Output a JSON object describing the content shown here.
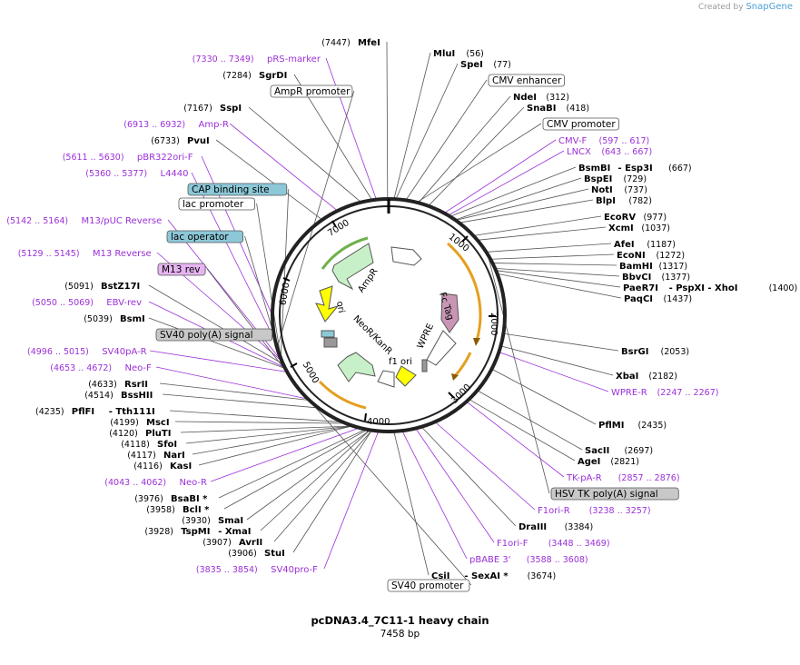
{
  "credit": {
    "prefix": "Created by",
    "brand": "SnapGene"
  },
  "plasmid": {
    "name": "pcDNA3.4_7C11-1 heavy chain",
    "size_label": "7458 bp",
    "length_bp": 7458
  },
  "ticks": [
    "1000",
    "2000",
    "3000",
    "4000",
    "5000",
    "6000",
    "7000"
  ],
  "inner_features": [
    {
      "name": "AmpR",
      "color": "#c8f0c8"
    },
    {
      "name": "ori",
      "color": "#ffff00"
    },
    {
      "name": "NeoR/KanR",
      "color": "#c8f0c8"
    },
    {
      "name": "f1 ori",
      "color": "#ffff00"
    },
    {
      "name": "WPRE",
      "color": "#ffffff"
    },
    {
      "name": "Fc Tag",
      "color": "#c896b4"
    }
  ],
  "right_labels": [
    {
      "name": "MluI",
      "pos": "(56)",
      "kind": "enzyme"
    },
    {
      "name": "SpeI",
      "pos": "(77)",
      "kind": "enzyme"
    },
    {
      "name": "CMV enhancer",
      "kind": "feature",
      "fill": "#ffffff"
    },
    {
      "name": "NdeI",
      "pos": "(312)",
      "kind": "enzyme"
    },
    {
      "name": "SnaBI",
      "pos": "(418)",
      "kind": "enzyme"
    },
    {
      "name": "CMV promoter",
      "kind": "feature",
      "fill": "#ffffff"
    },
    {
      "name": "CMV-F",
      "pos": "(597 .. 617)",
      "kind": "primer"
    },
    {
      "name": "LNCX",
      "pos": "(643 .. 667)",
      "kind": "primer"
    },
    {
      "name": "BsmBI",
      "extra": "- Esp3I",
      "pos": "(667)",
      "kind": "enzyme"
    },
    {
      "name": "BspEI",
      "pos": "(729)",
      "kind": "enzyme"
    },
    {
      "name": "NotI",
      "pos": "(737)",
      "kind": "enzyme"
    },
    {
      "name": "BlpI",
      "pos": "(782)",
      "kind": "enzyme"
    },
    {
      "name": "EcoRV",
      "pos": "(977)",
      "kind": "enzyme"
    },
    {
      "name": "XcmI",
      "pos": "(1037)",
      "kind": "enzyme"
    },
    {
      "name": "AfeI",
      "pos": "(1187)",
      "kind": "enzyme"
    },
    {
      "name": "EcoNI",
      "pos": "(1272)",
      "kind": "enzyme"
    },
    {
      "name": "BamHI",
      "pos": "(1317)",
      "kind": "enzyme"
    },
    {
      "name": "BbvCI",
      "pos": "(1377)",
      "kind": "enzyme"
    },
    {
      "name": "PaeR7I",
      "extra": "- PspXI  - XhoI",
      "pos": "(1400)",
      "kind": "enzyme"
    },
    {
      "name": "PaqCI",
      "pos": "(1437)",
      "kind": "enzyme"
    },
    {
      "name": "BsrGI",
      "pos": "(2053)",
      "kind": "enzyme"
    },
    {
      "name": "XbaI",
      "pos": "(2182)",
      "kind": "enzyme"
    },
    {
      "name": "WPRE-R",
      "pos": "(2247 .. 2267)",
      "kind": "primer"
    },
    {
      "name": "PflMI",
      "pos": "(2435)",
      "kind": "enzyme"
    },
    {
      "name": "SacII",
      "pos": "(2697)",
      "kind": "enzyme"
    },
    {
      "name": "AgeI",
      "pos": "(2821)",
      "kind": "enzyme"
    },
    {
      "name": "TK-pA-R",
      "pos": "(2857 .. 2876)",
      "kind": "primer"
    },
    {
      "name": "HSV TK poly(A) signal",
      "kind": "feature",
      "fill": "#c8c8c8"
    },
    {
      "name": "F1ori-R",
      "pos": "(3238 .. 3257)",
      "kind": "primer"
    },
    {
      "name": "DraIII",
      "pos": "(3384)",
      "kind": "enzyme"
    },
    {
      "name": "F1ori-F",
      "pos": "(3448 .. 3469)",
      "kind": "primer"
    },
    {
      "name": "pBABE 3'",
      "pos": "(3588 .. 3608)",
      "kind": "primer"
    },
    {
      "name": "CsiI",
      "extra": "- SexAI *",
      "pos": "(3674)",
      "kind": "enzyme"
    }
  ],
  "left_labels": [
    {
      "name": "MfeI",
      "pos": "(7447)",
      "kind": "enzyme"
    },
    {
      "name": "pRS-marker",
      "pos": "(7330 .. 7349)",
      "kind": "primer"
    },
    {
      "name": "SgrDI",
      "pos": "(7284)",
      "kind": "enzyme"
    },
    {
      "name": "AmpR promoter",
      "kind": "feature",
      "fill": "#ffffff"
    },
    {
      "name": "SspI",
      "pos": "(7167)",
      "kind": "enzyme"
    },
    {
      "name": "Amp-R",
      "pos": "(6913 .. 6932)",
      "kind": "primer"
    },
    {
      "name": "PvuI",
      "pos": "(6733)",
      "kind": "enzyme"
    },
    {
      "name": "pBR322ori-F",
      "pos": "(5611 .. 5630)",
      "kind": "primer"
    },
    {
      "name": "L4440",
      "pos": "(5360 .. 5377)",
      "kind": "primer"
    },
    {
      "name": "CAP binding site",
      "kind": "feature",
      "fill": "#8cc8d8"
    },
    {
      "name": "lac promoter",
      "kind": "feature",
      "fill": "#ffffff"
    },
    {
      "name": "M13/pUC Reverse",
      "pos": "(5142 .. 5164)",
      "kind": "primer"
    },
    {
      "name": "lac operator",
      "kind": "feature",
      "fill": "#8cc8d8"
    },
    {
      "name": "M13 Reverse",
      "pos": "(5129 .. 5145)",
      "kind": "primer"
    },
    {
      "name": "M13 rev",
      "kind": "feature",
      "fill": "#e6b4f0"
    },
    {
      "name": "BstZ17I",
      "pos": "(5091)",
      "kind": "enzyme"
    },
    {
      "name": "EBV-rev",
      "pos": "(5050 .. 5069)",
      "kind": "primer"
    },
    {
      "name": "BsmI",
      "pos": "(5039)",
      "kind": "enzyme"
    },
    {
      "name": "SV40 poly(A) signal",
      "kind": "feature",
      "fill": "#c8c8c8"
    },
    {
      "name": "SV40pA-R",
      "pos": "(4996 .. 5015)",
      "kind": "primer"
    },
    {
      "name": "Neo-F",
      "pos": "(4653 .. 4672)",
      "kind": "primer"
    },
    {
      "name": "RsrII",
      "pos": "(4633)",
      "kind": "enzyme"
    },
    {
      "name": "BssHII",
      "pos": "(4514)",
      "kind": "enzyme"
    },
    {
      "name": "PflFI",
      "extra": "- Tth111I",
      "pos": "(4235)",
      "kind": "enzyme"
    },
    {
      "name": "MscI",
      "pos": "(4199)",
      "kind": "enzyme"
    },
    {
      "name": "PluTI",
      "pos": "(4120)",
      "kind": "enzyme"
    },
    {
      "name": "SfoI",
      "pos": "(4118)",
      "kind": "enzyme"
    },
    {
      "name": "NarI",
      "pos": "(4117)",
      "kind": "enzyme"
    },
    {
      "name": "KasI",
      "pos": "(4116)",
      "kind": "enzyme"
    },
    {
      "name": "Neo-R",
      "pos": "(4043 .. 4062)",
      "kind": "primer"
    },
    {
      "name": "BsaBI *",
      "pos": "(3976)",
      "kind": "enzyme"
    },
    {
      "name": "BclI *",
      "pos": "(3958)",
      "kind": "enzyme"
    },
    {
      "name": "SmaI",
      "pos": "(3930)",
      "kind": "enzyme"
    },
    {
      "name": "TspMI",
      "extra": "- XmaI",
      "pos": "(3928)",
      "kind": "enzyme"
    },
    {
      "name": "AvrII",
      "pos": "(3907)",
      "kind": "enzyme"
    },
    {
      "name": "StuI",
      "pos": "(3906)",
      "kind": "enzyme"
    },
    {
      "name": "SV40pro-F",
      "pos": "(3835 .. 3854)",
      "kind": "primer"
    },
    {
      "name": "SV40 promoter",
      "kind": "feature",
      "fill": "#ffffff"
    }
  ]
}
